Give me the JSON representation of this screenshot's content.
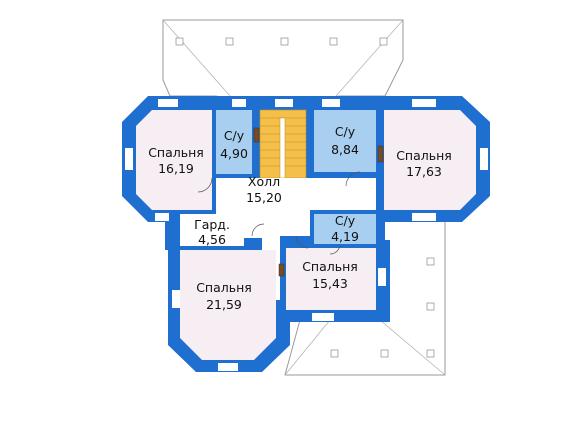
{
  "rooms": [
    {
      "name": "Спальня",
      "area": "16,19"
    },
    {
      "name": "С/у",
      "area": "4,90"
    },
    {
      "name": "С/у",
      "area": "8,84"
    },
    {
      "name": "Спальня",
      "area": "17,63"
    },
    {
      "name": "Холл",
      "area": "15,20"
    },
    {
      "name": "Гард.",
      "area": "4,56"
    },
    {
      "name": "С/у",
      "area": "4,19"
    },
    {
      "name": "Спальня",
      "area": "21,59"
    },
    {
      "name": "Спальня",
      "area": "15,43"
    }
  ],
  "colors": {
    "wall": "#1f6fd1",
    "bedroom": "#f6eef2",
    "bathroom": "#a9cff0",
    "stairs": "#f4c04a"
  }
}
